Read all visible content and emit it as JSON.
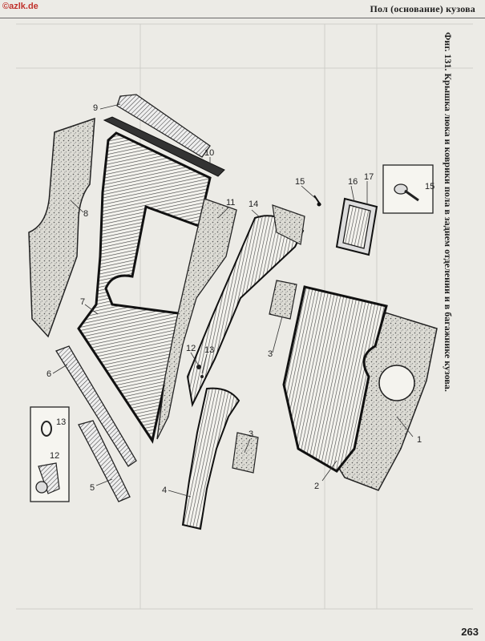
{
  "watermark": "©azlk.de",
  "header": {
    "title": "Пол (основание) кузова"
  },
  "figure": {
    "caption": "Фиг. 131. Крышка люка и коврики пола в заднем отделении и в багажнике кузова.",
    "callouts": [
      "1",
      "2",
      "3",
      "3",
      "4",
      "5",
      "6",
      "7",
      "8",
      "9",
      "10",
      "11",
      "12",
      "13",
      "14",
      "15",
      "15",
      "16",
      "17",
      "12",
      "13"
    ]
  },
  "page_number": "263"
}
